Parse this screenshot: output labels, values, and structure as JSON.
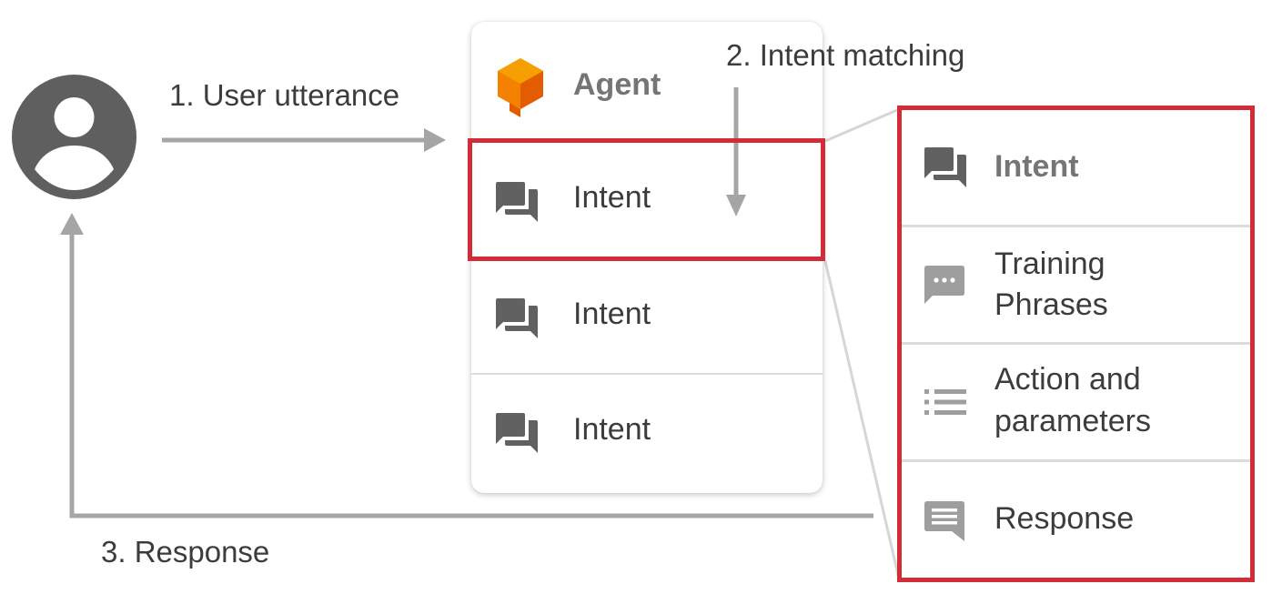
{
  "steps": {
    "step1": "1. User utterance",
    "step2": "2. Intent matching",
    "step3": "3. Response"
  },
  "agent_card": {
    "title": "Agent",
    "intents": [
      "Intent",
      "Intent",
      "Intent"
    ]
  },
  "intent_detail": {
    "title": "Intent",
    "training_line1": "Training",
    "training_line2": "Phrases",
    "action_line1": "Action and",
    "action_line2": "parameters",
    "response": "Response"
  },
  "colors": {
    "highlight": "#d12c37",
    "arrow": "#9e9e9e",
    "icon": "#616161",
    "icon_light": "#9e9e9e",
    "agent_orange": "#ef6c00",
    "agent_orange_light": "#f59b00"
  },
  "icons": {
    "user": "account-circle-icon",
    "agent": "dialogflow-agent-icon",
    "intent": "forum-icon",
    "training": "sms-dots-icon",
    "action": "list-icon",
    "response": "message-icon"
  }
}
